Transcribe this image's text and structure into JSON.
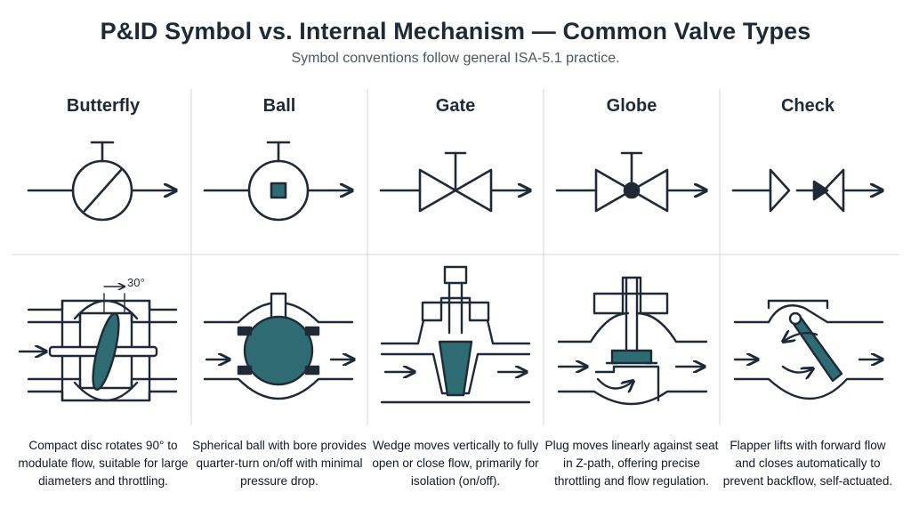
{
  "header": {
    "title": "P&ID Symbol vs. Internal Mechanism — Common Valve Types",
    "subtitle": "Symbol conventions follow general ISA-5.1 practice."
  },
  "colors": {
    "line": "#1f2a36",
    "fill_teal": "#2e6b73",
    "divider": "#d1d5db"
  },
  "valves": [
    {
      "name": "Butterfly",
      "description": "Compact disc rotates 90° to modulate flow, suitable for large diameters and throttling.",
      "annotation": "30°"
    },
    {
      "name": "Ball",
      "description": "Spherical ball with bore provides quarter-turn on/off with minimal pressure drop."
    },
    {
      "name": "Gate",
      "description": "Wedge moves vertically to fully open or close flow, primarily for isolation (on/off)."
    },
    {
      "name": "Globe",
      "description": "Plug moves linearly against seat in Z-path, offering precise throttling and flow regulation."
    },
    {
      "name": "Check",
      "description": "Flapper lifts with forward flow and closes automatically to prevent backflow, self-actuated."
    }
  ]
}
